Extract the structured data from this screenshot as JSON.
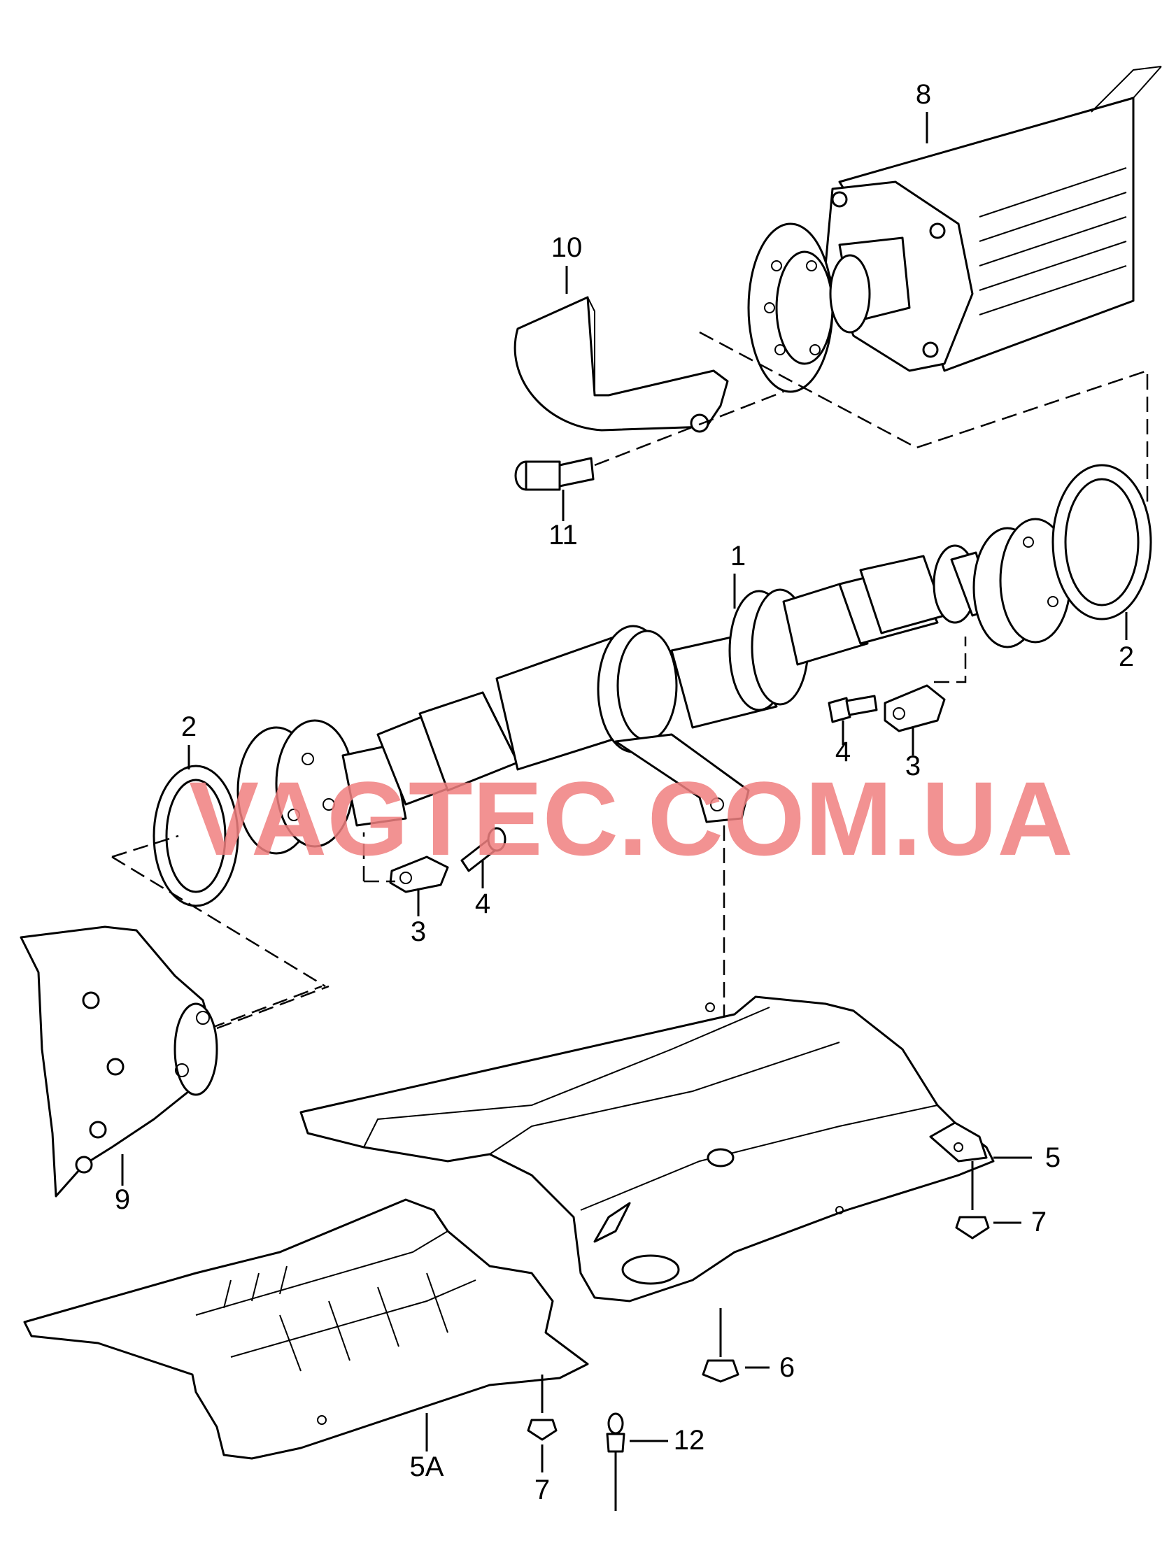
{
  "watermark": "VAGTEC.COM.UA",
  "callouts": {
    "c1": "1",
    "c2a": "2",
    "c2b": "2",
    "c3a": "3",
    "c3b": "3",
    "c4a": "4",
    "c4b": "4",
    "c5": "5",
    "c5a": "5A",
    "c6": "6",
    "c7a": "7",
    "c7b": "7",
    "c8": "8",
    "c9": "9",
    "c10": "10",
    "c11": "11",
    "c12": "12"
  }
}
